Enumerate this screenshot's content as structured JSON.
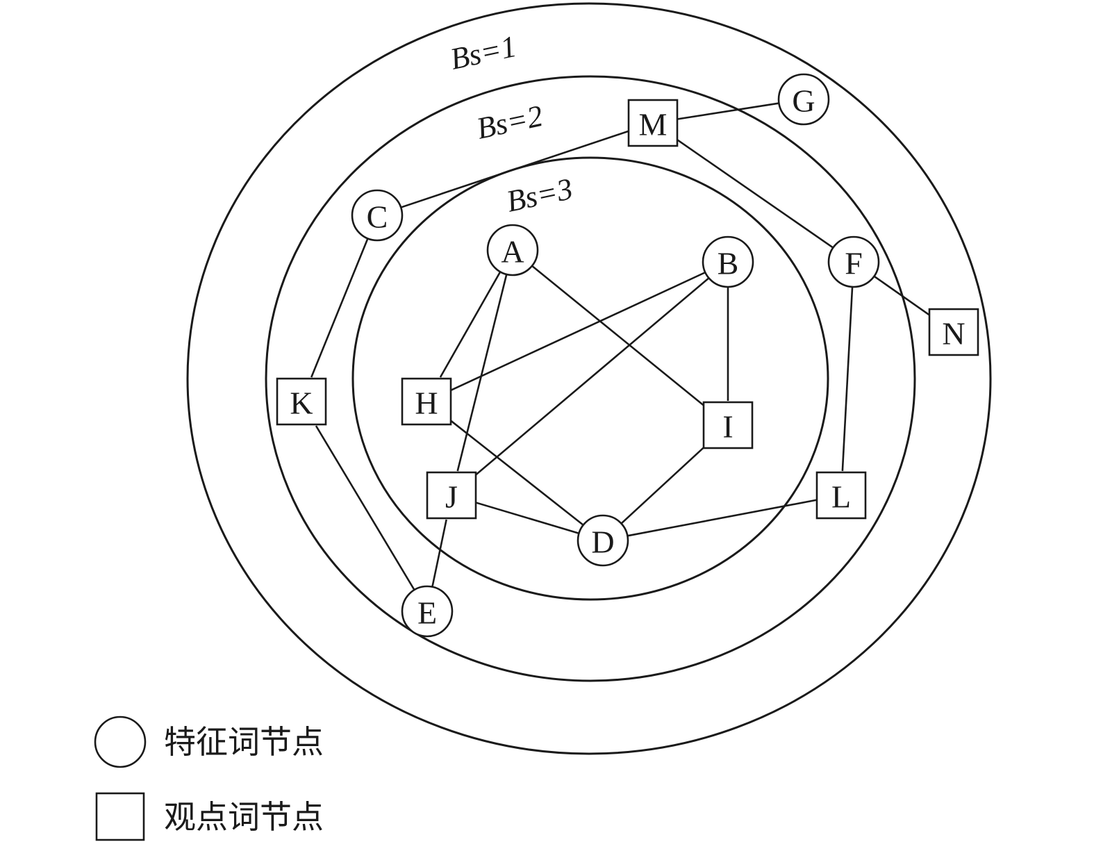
{
  "rings": [
    {
      "id": "bs1",
      "label": "Bs=1"
    },
    {
      "id": "bs2",
      "label": "Bs=2"
    },
    {
      "id": "bs3",
      "label": "Bs=3"
    }
  ],
  "nodes": [
    {
      "id": "A",
      "label": "A",
      "type": "feature"
    },
    {
      "id": "B",
      "label": "B",
      "type": "feature"
    },
    {
      "id": "C",
      "label": "C",
      "type": "feature"
    },
    {
      "id": "D",
      "label": "D",
      "type": "feature"
    },
    {
      "id": "E",
      "label": "E",
      "type": "feature"
    },
    {
      "id": "F",
      "label": "F",
      "type": "feature"
    },
    {
      "id": "G",
      "label": "G",
      "type": "feature"
    },
    {
      "id": "H",
      "label": "H",
      "type": "opinion"
    },
    {
      "id": "I",
      "label": "I",
      "type": "opinion"
    },
    {
      "id": "J",
      "label": "J",
      "type": "opinion"
    },
    {
      "id": "K",
      "label": "K",
      "type": "opinion"
    },
    {
      "id": "L",
      "label": "L",
      "type": "opinion"
    },
    {
      "id": "M",
      "label": "M",
      "type": "opinion"
    },
    {
      "id": "N",
      "label": "N",
      "type": "opinion"
    }
  ],
  "edges": [
    [
      "A",
      "H"
    ],
    [
      "A",
      "J"
    ],
    [
      "A",
      "I"
    ],
    [
      "B",
      "H"
    ],
    [
      "B",
      "J"
    ],
    [
      "B",
      "I"
    ],
    [
      "H",
      "D"
    ],
    [
      "I",
      "D"
    ],
    [
      "J",
      "D"
    ],
    [
      "D",
      "L"
    ],
    [
      "C",
      "M"
    ],
    [
      "M",
      "G"
    ],
    [
      "M",
      "F"
    ],
    [
      "C",
      "K"
    ],
    [
      "K",
      "E"
    ],
    [
      "J",
      "E"
    ],
    [
      "F",
      "N"
    ],
    [
      "F",
      "L"
    ]
  ],
  "legend": {
    "feature_label": "特征词节点",
    "opinion_label": "观点词节点"
  }
}
